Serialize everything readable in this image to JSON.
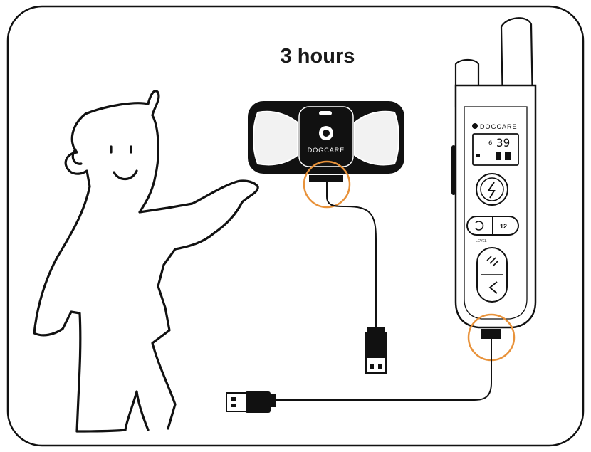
{
  "title": "3 hours",
  "collar": {
    "brand": "DOGCARE"
  },
  "remote": {
    "brand": "DOGCARE",
    "display": {
      "channel": "6",
      "level": "39"
    },
    "labels": {
      "level": "LEVEL",
      "dog_switch": "12"
    }
  },
  "colors": {
    "highlight": "#e8923a",
    "ink": "#111111"
  }
}
